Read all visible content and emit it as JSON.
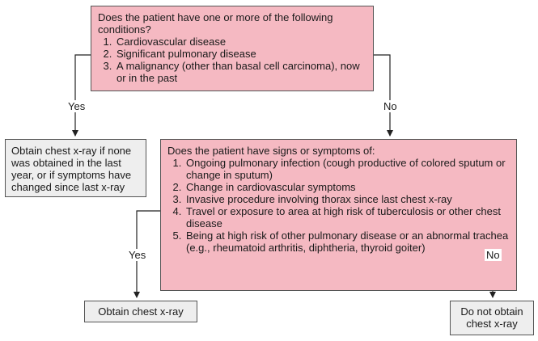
{
  "top_question": {
    "prompt": "Does the patient have one or more of the following conditions?",
    "items": [
      "Cardiovascular disease",
      "Significant pulmonary disease",
      "A malignancy (other than basal cell carcinoma), now or in the past"
    ]
  },
  "yes_label": "Yes",
  "no_label": "No",
  "left_outcome": "Obtain chest x-ray if none was obtained in the last year, or if symptoms have changed since last x-ray",
  "second_question": {
    "prompt": "Does the patient have signs or symptoms of:",
    "items": [
      "Ongoing pulmonary infection (cough productive of colored sputum or change in sputum)",
      "Change in cardiovascular symptoms",
      "Invasive procedure involving thorax since last chest x-ray",
      "Travel or exposure to area at high risk of tuberculosis or other chest disease",
      "Being at high risk of other pulmonary disease or an abnormal trachea (e.g., rheumatoid arthritis, diphtheria, thyroid goiter)"
    ]
  },
  "yes_outcome": "Obtain chest x-ray",
  "no_outcome": "Do not obtain chest x-ray",
  "colors": {
    "question_fill": "#f5b9c2",
    "outcome_fill": "#eeeeee",
    "line": "#222222"
  }
}
